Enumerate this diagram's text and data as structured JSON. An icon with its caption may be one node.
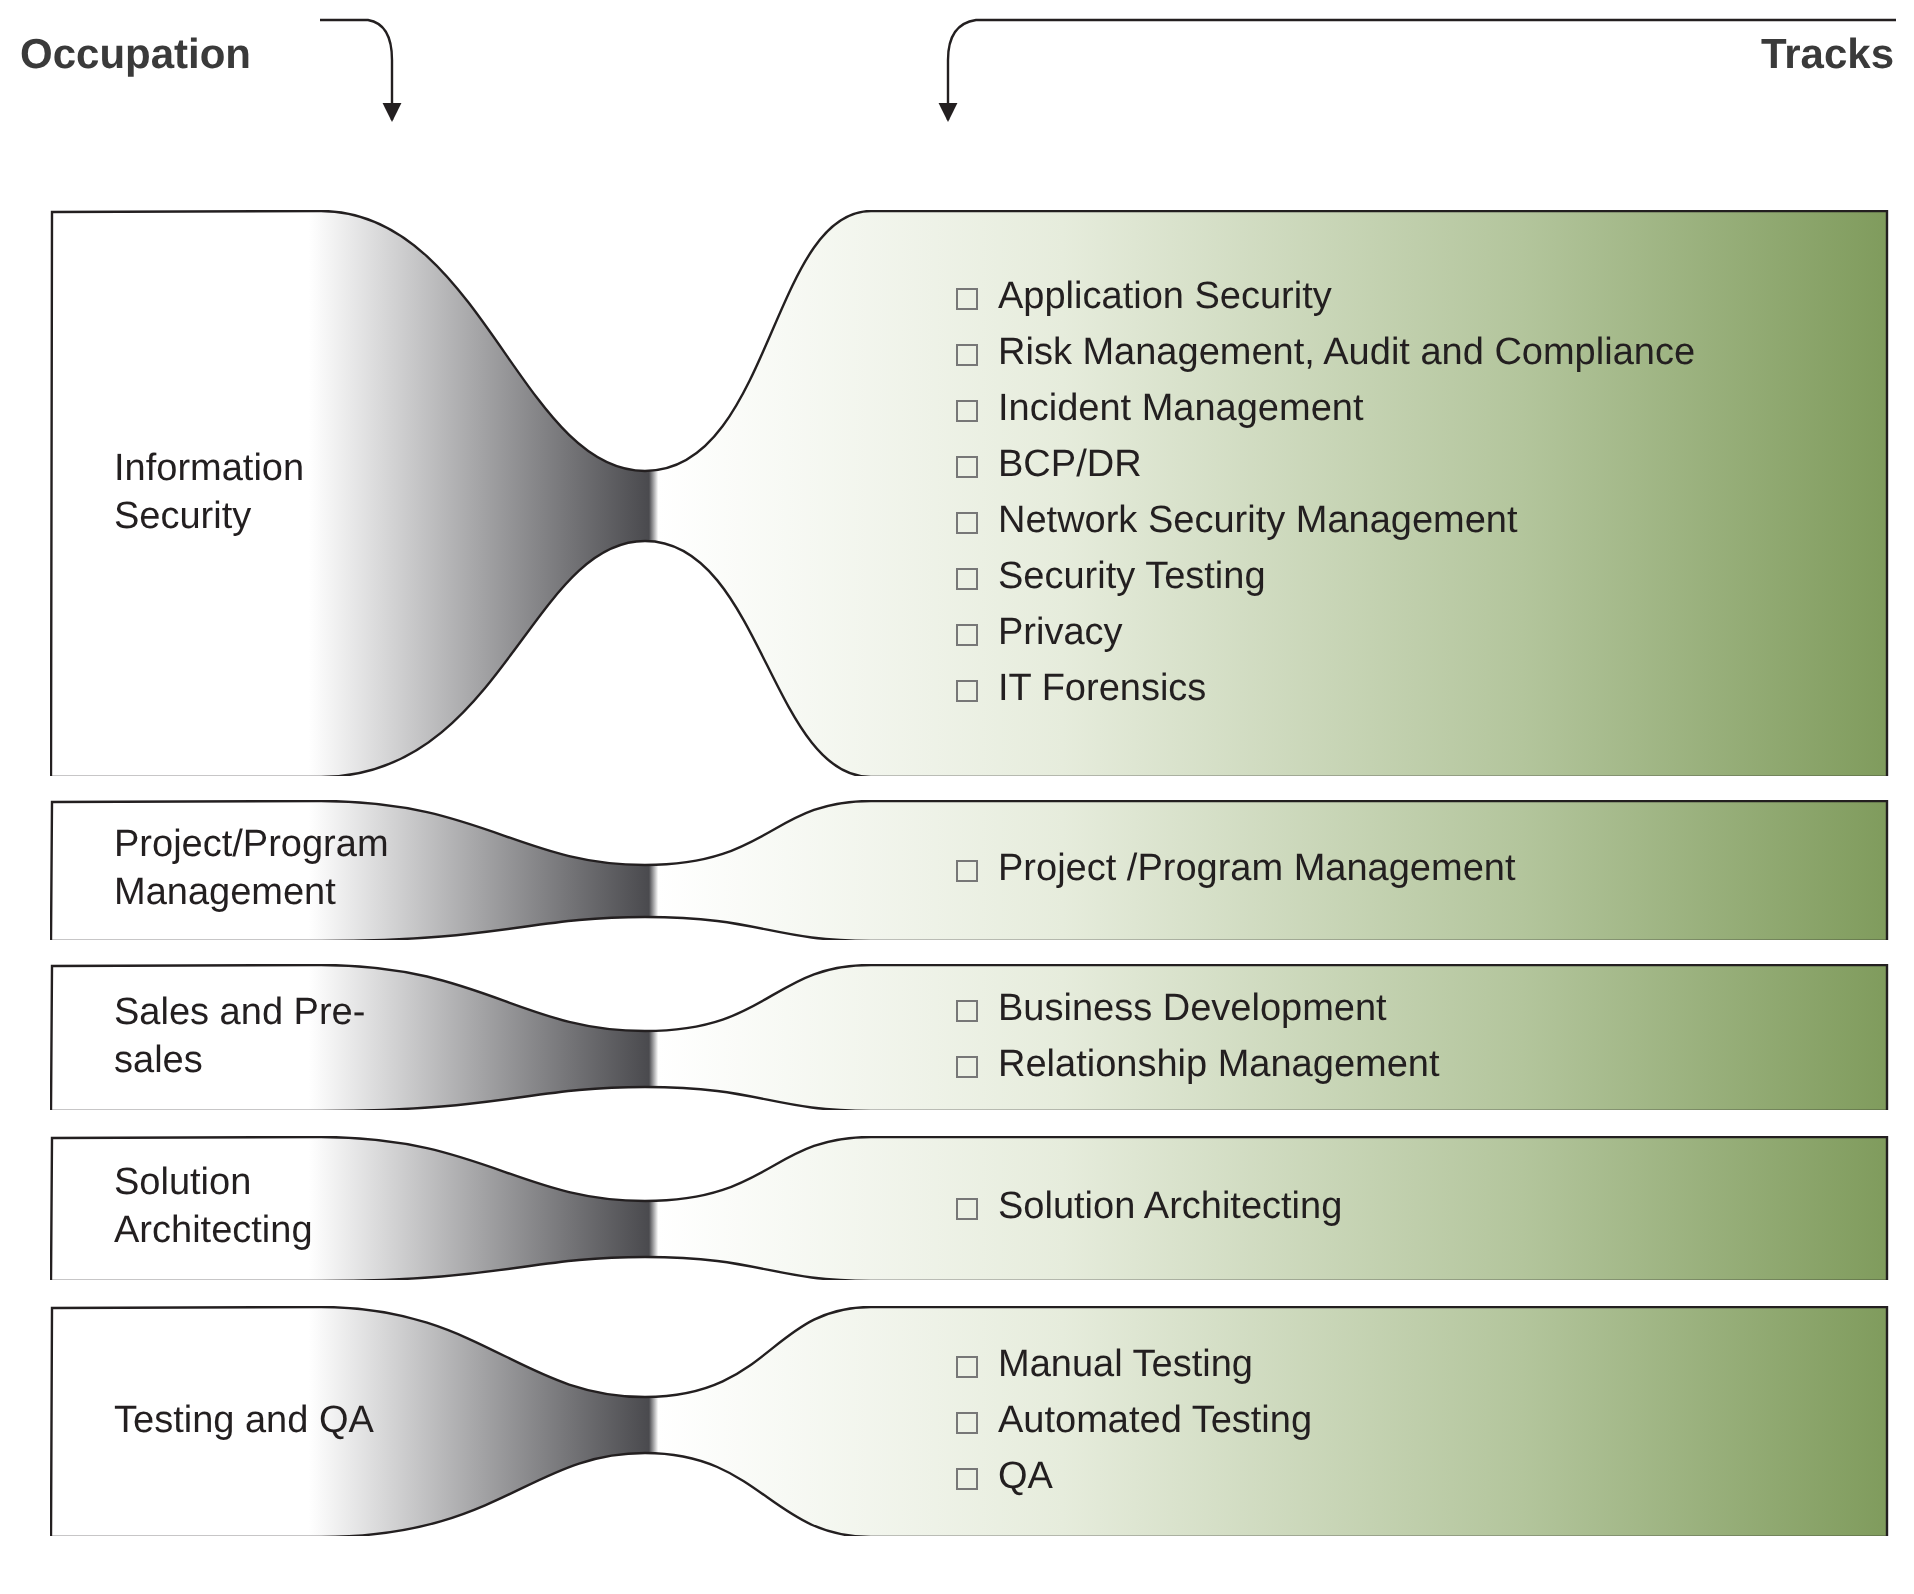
{
  "diagram": {
    "nodes": [
      {
        "text": [
          "Information Security",
          "Application Security",
          "Risk Management, Audit and Compliance",
          "Incident Management",
          "BCP/DR",
          "Network Security Management",
          "Security Testing",
          "Privacy",
          "IT Forensics"
        ]
      },
      {
        "text": [
          "Project/Program Management",
          "Project /Program Management"
        ]
      },
      {
        "text": [
          "Sales and Pre-sales",
          "Business Development",
          "Relationship Management"
        ]
      },
      {
        "text": [
          "Solution Architecting",
          "Solution Architecting"
        ]
      },
      {
        "text": [
          "Testing and QA",
          "Manual Testing",
          "Automated Testing",
          "QA"
        ]
      }
    ],
    "labels": [
      "Occupation",
      "Tracks"
    ]
  }
}
